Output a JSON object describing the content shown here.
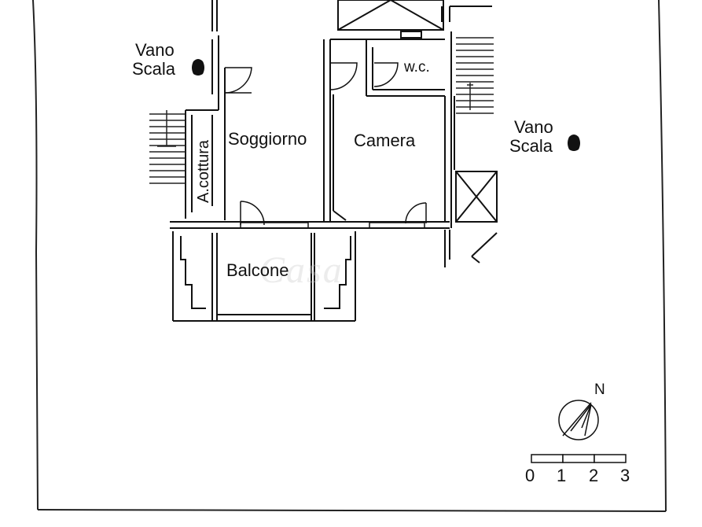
{
  "rooms": {
    "vano_scala_left_line1": "Vano",
    "vano_scala_left_line2": "Scala",
    "soggiorno": "Soggiorno",
    "camera": "Camera",
    "wc": "w.c.",
    "vano_scala_right_line1": "Vano",
    "vano_scala_right_line2": "Scala",
    "angolo_cottura": "A.cottura",
    "balcone": "Balcone"
  },
  "compass": {
    "north": "N"
  },
  "scale_bar": {
    "ticks": [
      "0",
      "1",
      "2",
      "3"
    ]
  },
  "watermark": "Casa",
  "colors": {
    "line": "#111111",
    "background": "#ffffff"
  }
}
